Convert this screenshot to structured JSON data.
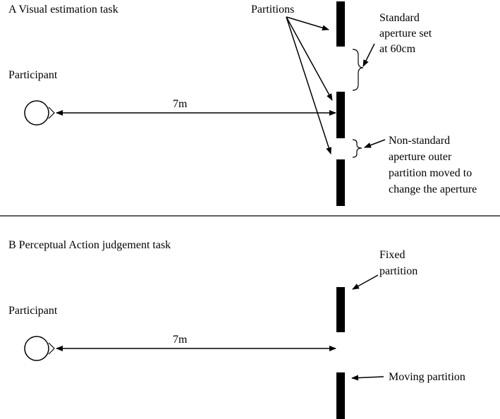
{
  "panel_a": {
    "title": "A  Visual estimation task",
    "participant": "Participant",
    "distance": "7m",
    "partitions_label": "Partitions",
    "standard_aperture": [
      "Standard",
      "aperture set",
      "at 60cm"
    ],
    "nonstandard_aperture": [
      "Non-standard",
      "aperture outer",
      "partition moved to",
      "change the aperture"
    ]
  },
  "panel_b": {
    "title": "B  Perceptual Action judgement task",
    "participant": "Participant",
    "distance": "7m",
    "fixed_partition": [
      "Fixed",
      "partition"
    ],
    "moving_partition": "Moving partition"
  }
}
